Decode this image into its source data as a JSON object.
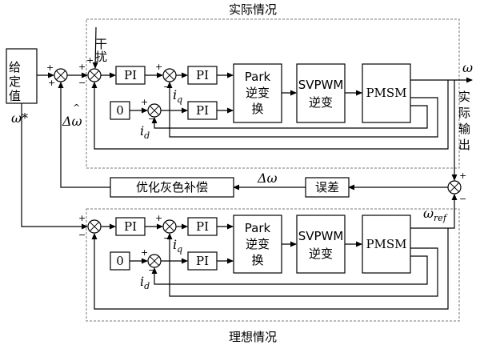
{
  "actual_region": {
    "title": "实际情况",
    "disturbance": "干扰",
    "ref_input": "给定值",
    "ref_symbol": "ω*",
    "pi_speed": "PI",
    "pi_q": "PI",
    "pi_d": "PI",
    "d_ref": "0",
    "park_block": "Park逆变换",
    "svpwm_block": "SVPWM逆变",
    "pmsm_block": "PMSM",
    "output_symbol": "ω",
    "output_label": "实际输出",
    "iq_label": "iq",
    "id_label": "id",
    "comp_feedback": "Δω"
  },
  "middle": {
    "compensator": "优化灰色补偿",
    "error_block": "误差",
    "delta_symbol": "Δω"
  },
  "ideal_region": {
    "title": "理想情况",
    "pi_speed": "PI",
    "pi_q": "PI",
    "pi_d": "PI",
    "d_ref": "0",
    "park_block": "Park逆变换",
    "svpwm_block": "SVPWM逆变",
    "pmsm_block": "PMSM",
    "output_symbol": "ωref",
    "iq_label": "iq",
    "id_label": "id"
  },
  "signs": {
    "plus": "+",
    "minus": "−"
  }
}
